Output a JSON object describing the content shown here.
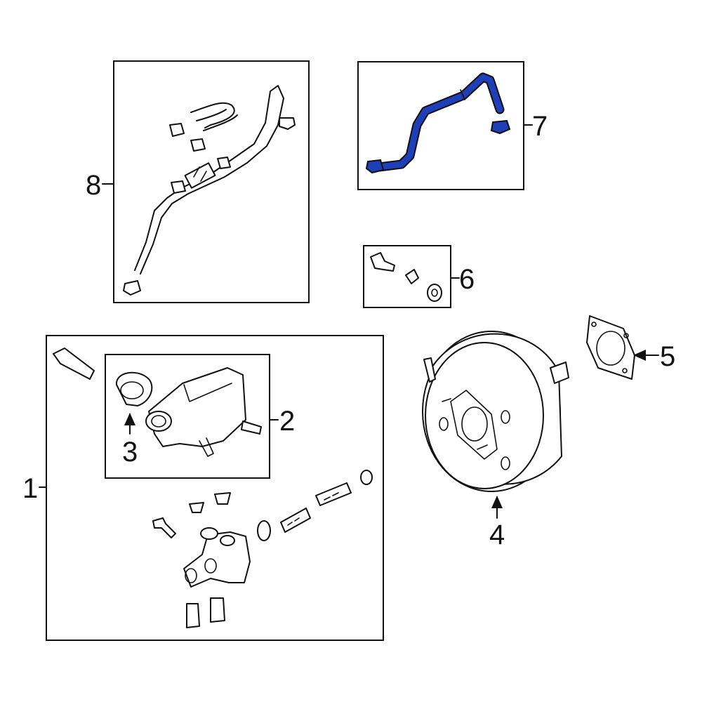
{
  "diagram": {
    "callouts": {
      "c1": "1",
      "c2": "2",
      "c3": "3",
      "c4": "4",
      "c5": "5",
      "c6": "6",
      "c7": "7",
      "c8": "8"
    },
    "highlight_color": "#1f3fb8",
    "line_color": "#111111",
    "background_color": "#ffffff"
  }
}
